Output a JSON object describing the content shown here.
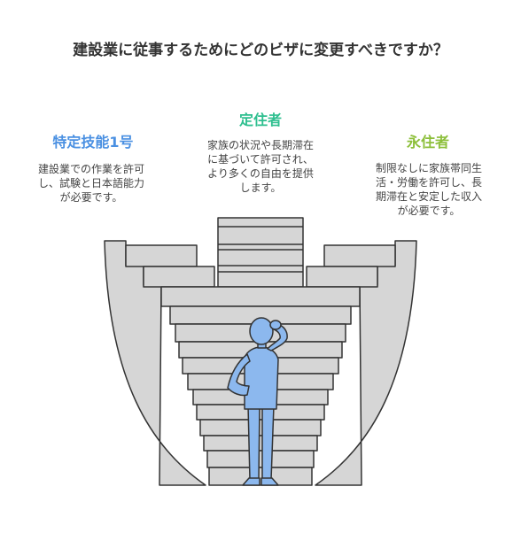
{
  "title": "建設業に従事するためにどのビザに変更すべきですか？",
  "options": [
    {
      "heading": "特定技能1号",
      "color": "#4a90e2",
      "description_lines": [
        "建設業での作業を許可",
        "し、試験と日本語能力",
        "が必要です。"
      ]
    },
    {
      "heading": "定住者",
      "color": "#2ebf8f",
      "description_lines": [
        "家族の状況や長期滞在",
        "に基づいて許可され、",
        "より多くの自由を提供",
        "します。"
      ]
    },
    {
      "heading": "永住者",
      "color": "#8cbf3a",
      "description_lines": [
        "制限なしに家族帯同生",
        "活・労働を許可し、長",
        "期滞在と安定した収入",
        "が必要です。"
      ]
    }
  ],
  "colors": {
    "stair_fill": "#d6d6d6",
    "stair_stroke": "#333333",
    "person_fill": "#8cb8ee",
    "person_stroke": "#333333"
  }
}
